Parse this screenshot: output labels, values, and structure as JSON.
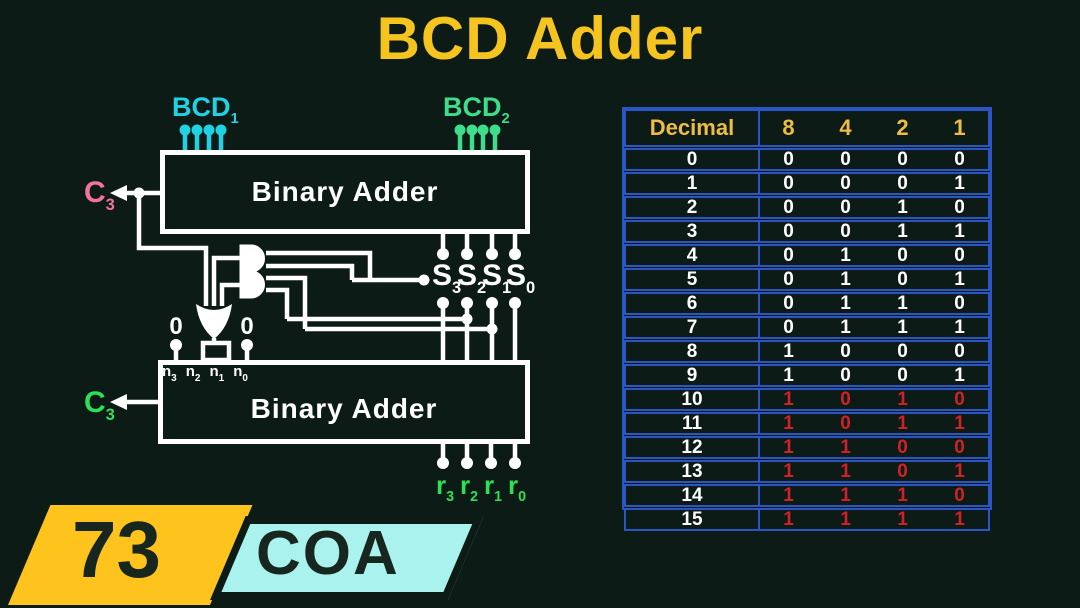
{
  "title": "BCD Adder",
  "diagram": {
    "adder1_label": "Binary Adder",
    "adder2_label": "Binary Adder",
    "bcd1": {
      "base": "BCD",
      "sub": "1"
    },
    "bcd2": {
      "base": "BCD",
      "sub": "2"
    },
    "carry_top": {
      "base": "C",
      "sub": "3"
    },
    "carry_bottom": {
      "base": "C",
      "sub": "3"
    },
    "zero_left": "0",
    "zero_right": "0",
    "s_labels": [
      {
        "base": "S",
        "sub": "3"
      },
      {
        "base": "S",
        "sub": "2"
      },
      {
        "base": "S",
        "sub": "1"
      },
      {
        "base": "S",
        "sub": "0"
      }
    ],
    "n_labels": [
      {
        "base": "n",
        "sub": "3"
      },
      {
        "base": "n",
        "sub": "2"
      },
      {
        "base": "n",
        "sub": "1"
      },
      {
        "base": "n",
        "sub": "0"
      }
    ],
    "r_labels": [
      {
        "base": "r",
        "sub": "3"
      },
      {
        "base": "r",
        "sub": "2"
      },
      {
        "base": "r",
        "sub": "1"
      },
      {
        "base": "r",
        "sub": "0"
      }
    ]
  },
  "table": {
    "header": {
      "decimal": "Decimal",
      "bits": [
        "8",
        "4",
        "2",
        "1"
      ]
    },
    "rows": [
      {
        "decimal": "0",
        "bits": [
          "0",
          "0",
          "0",
          "0"
        ],
        "invalid": false
      },
      {
        "decimal": "1",
        "bits": [
          "0",
          "0",
          "0",
          "1"
        ],
        "invalid": false
      },
      {
        "decimal": "2",
        "bits": [
          "0",
          "0",
          "1",
          "0"
        ],
        "invalid": false
      },
      {
        "decimal": "3",
        "bits": [
          "0",
          "0",
          "1",
          "1"
        ],
        "invalid": false
      },
      {
        "decimal": "4",
        "bits": [
          "0",
          "1",
          "0",
          "0"
        ],
        "invalid": false
      },
      {
        "decimal": "5",
        "bits": [
          "0",
          "1",
          "0",
          "1"
        ],
        "invalid": false
      },
      {
        "decimal": "6",
        "bits": [
          "0",
          "1",
          "1",
          "0"
        ],
        "invalid": false
      },
      {
        "decimal": "7",
        "bits": [
          "0",
          "1",
          "1",
          "1"
        ],
        "invalid": false
      },
      {
        "decimal": "8",
        "bits": [
          "1",
          "0",
          "0",
          "0"
        ],
        "invalid": false
      },
      {
        "decimal": "9",
        "bits": [
          "1",
          "0",
          "0",
          "1"
        ],
        "invalid": false
      },
      {
        "decimal": "10",
        "bits": [
          "1",
          "0",
          "1",
          "0"
        ],
        "invalid": true
      },
      {
        "decimal": "11",
        "bits": [
          "1",
          "0",
          "1",
          "1"
        ],
        "invalid": true
      },
      {
        "decimal": "12",
        "bits": [
          "1",
          "1",
          "0",
          "0"
        ],
        "invalid": true
      },
      {
        "decimal": "13",
        "bits": [
          "1",
          "1",
          "0",
          "1"
        ],
        "invalid": true
      },
      {
        "decimal": "14",
        "bits": [
          "1",
          "1",
          "1",
          "0"
        ],
        "invalid": true
      },
      {
        "decimal": "15",
        "bits": [
          "1",
          "1",
          "1",
          "1"
        ],
        "invalid": true
      }
    ]
  },
  "badge": {
    "number": "73",
    "series": "COA"
  },
  "colors": {
    "background": "#0d1b16",
    "title_yellow": "#f6c41f",
    "wire_white": "#ffffff",
    "bcd1_cyan": "#1fd3e4",
    "bcd2_green": "#3edd8b",
    "carry_pink": "#f4739e",
    "carry_green": "#2fdf55",
    "table_border_blue": "#2a55c4",
    "table_header_yellow": "#eebd45",
    "invalid_red": "#d0202a",
    "badge_yellow": "#ffc31e",
    "badge_cyan": "#a9f2ee",
    "badge_text_dark": "#17261f"
  }
}
